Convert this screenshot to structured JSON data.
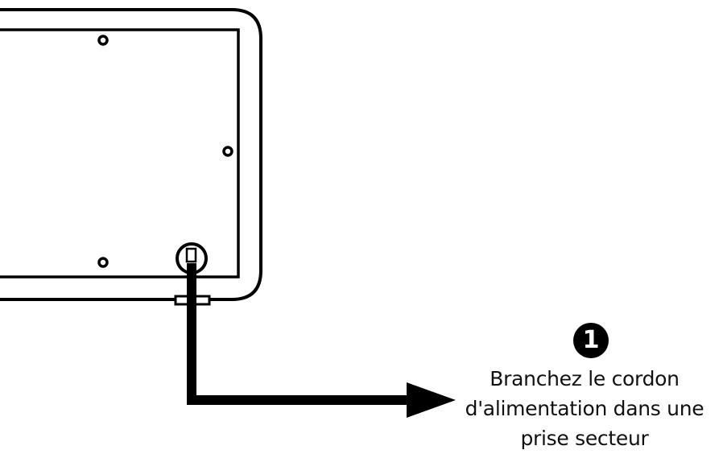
{
  "step": {
    "number": "1",
    "instruction_lines": [
      "Branchez le cordon",
      "d'alimentation dans une",
      "prise secteur"
    ]
  },
  "icons": {
    "badge": "numbered-circle-icon",
    "arrow": "arrow-right-icon"
  },
  "colors": {
    "line": "#000000",
    "background": "#ffffff"
  }
}
